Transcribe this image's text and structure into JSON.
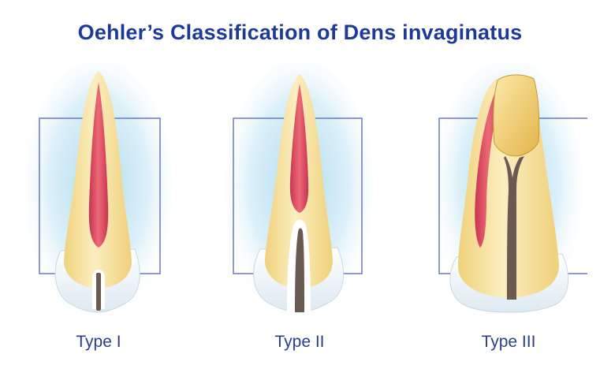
{
  "title": "Oehler’s Classification of Dens invaginatus",
  "types": [
    {
      "label": "Type I"
    },
    {
      "label": "Type II"
    },
    {
      "label": "Type III"
    }
  ],
  "colors": {
    "title": "#1d3b96",
    "caption": "#2a3e8c",
    "frame": "#6a78c2",
    "halo": "#a9d8ee",
    "dentin": "#f4df9e",
    "enamel": "#eef5fa",
    "pulp": "#d9455c",
    "invagination": "#6b5a52",
    "invagination_fill": "#eec95a"
  }
}
